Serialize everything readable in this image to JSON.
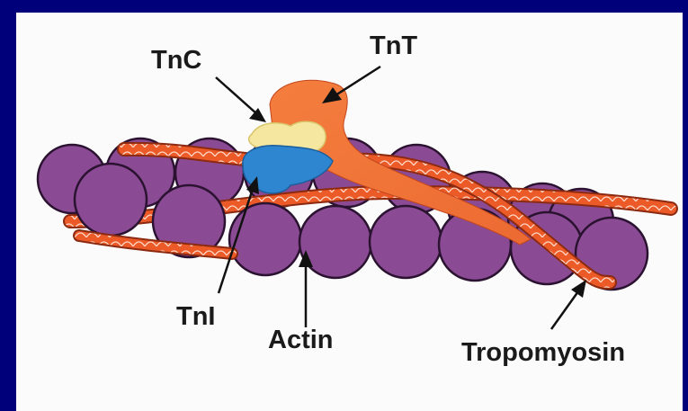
{
  "labels": {
    "tnc": "TnC",
    "tnt": "TnT",
    "tni": "TnI",
    "actin": "Actin",
    "tropomyosin": "Tropomyosin"
  },
  "colors": {
    "background": "#00007a",
    "panel": "#fbfbfb",
    "actin": "#8b4b94",
    "tropomyosin": "#ea5424",
    "tnt": "#f0733a",
    "tnc": "#f5e7a0",
    "tni": "#2f86d0"
  }
}
